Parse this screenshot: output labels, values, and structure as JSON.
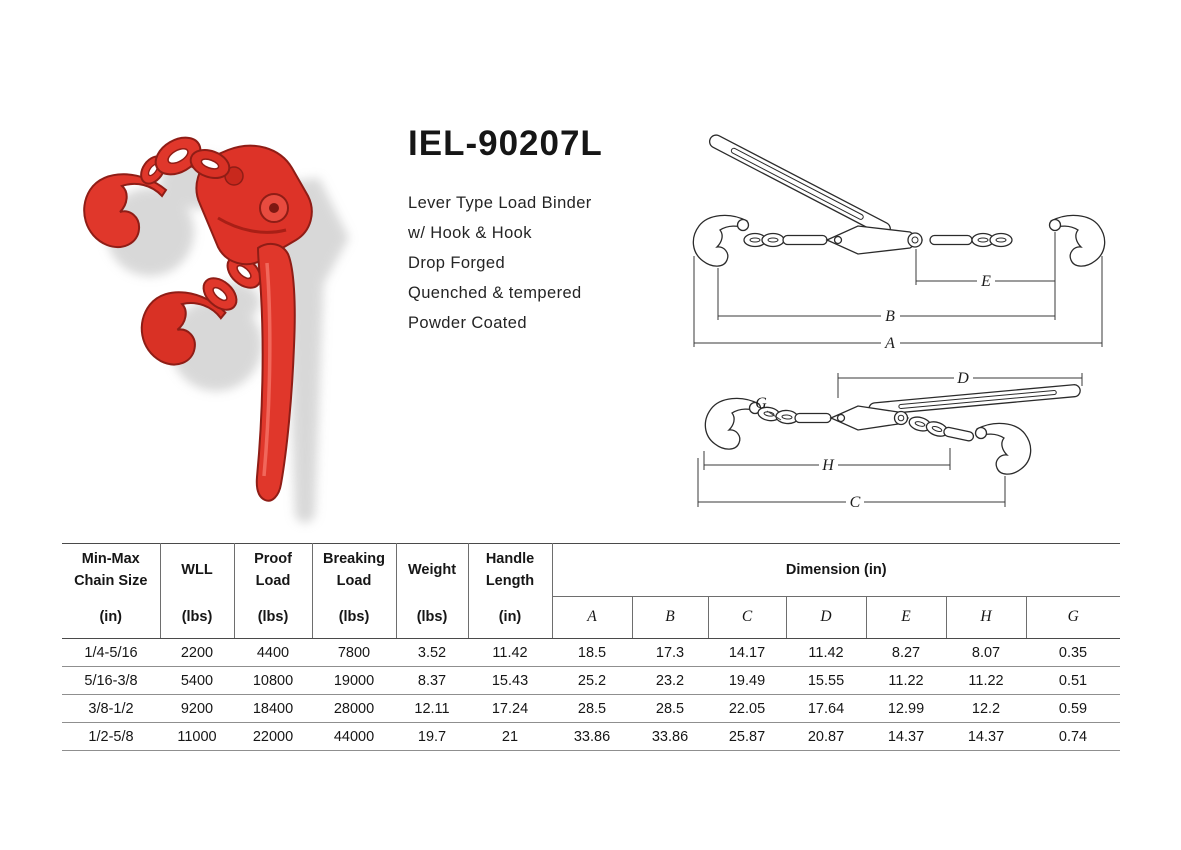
{
  "product": {
    "code": "IEL-90207L",
    "description_lines": [
      "Lever Type Load Binder",
      "w/ Hook & Hook",
      "Drop Forged",
      "Quenched & tempered",
      "Powder Coated"
    ],
    "photo_color": "#e0372b"
  },
  "diagram": {
    "open_view_labels": {
      "e": "E",
      "b": "B",
      "a": "A"
    },
    "closed_view_labels": {
      "d": "D",
      "g": "G",
      "h": "H",
      "c": "C"
    }
  },
  "table": {
    "column_headers": [
      {
        "line1": "Min-Max",
        "line2": "Chain Size",
        "unit": "(in)"
      },
      {
        "line1": "WLL",
        "line2": "",
        "unit": "(lbs)"
      },
      {
        "line1": "Proof",
        "line2": "Load",
        "unit": "(lbs)"
      },
      {
        "line1": "Breaking",
        "line2": "Load",
        "unit": "(lbs)"
      },
      {
        "line1": "Weight",
        "line2": "",
        "unit": "(lbs)"
      },
      {
        "line1": "Handle",
        "line2": "Length",
        "unit": "(in)"
      }
    ],
    "dimension_group_label": "Dimension (in)",
    "dimension_columns": [
      "A",
      "B",
      "C",
      "D",
      "E",
      "H",
      "G"
    ],
    "rows": [
      [
        "1/4-5/16",
        "2200",
        "4400",
        "7800",
        "3.52",
        "11.42",
        "18.5",
        "17.3",
        "14.17",
        "11.42",
        "8.27",
        "8.07",
        "0.35"
      ],
      [
        "5/16-3/8",
        "5400",
        "10800",
        "19000",
        "8.37",
        "15.43",
        "25.2",
        "23.2",
        "19.49",
        "15.55",
        "11.22",
        "11.22",
        "0.51"
      ],
      [
        "3/8-1/2",
        "9200",
        "18400",
        "28000",
        "12.11",
        "17.24",
        "28.5",
        "28.5",
        "22.05",
        "17.64",
        "12.99",
        "12.2",
        "0.59"
      ],
      [
        "1/2-5/8",
        "11000",
        "22000",
        "44000",
        "19.7",
        "21",
        "33.86",
        "33.86",
        "25.87",
        "20.87",
        "14.37",
        "14.37",
        "0.74"
      ]
    ]
  }
}
